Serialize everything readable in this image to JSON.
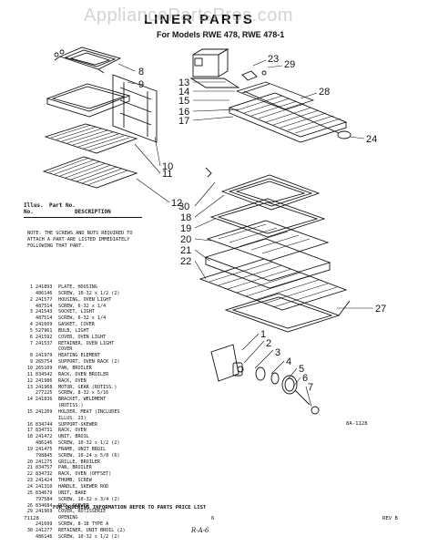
{
  "watermark": "AppliancePartsPros.com",
  "title": "LINER PARTS",
  "subtitle": "For Models RWE 478, RWE 478-1",
  "header": {
    "ill": "Illus.",
    "no": "No.",
    "part_no": "Part No.",
    "description": "DESCRIPTION"
  },
  "note": "NOTE: THE SCREWS AND NUTS REQUIRED TO ATTACH A PART ARE LISTED IMMEDIATELY FOLLOWING THAT PART.",
  "parts": [
    {
      "ill": "1",
      "part": "241893",
      "desc": "PLATE, HOUSING"
    },
    {
      "ill": "",
      "part": "486146",
      "desc": "SCREW, 10-32 x 1/2 (2)"
    },
    {
      "ill": "2",
      "part": "241577",
      "desc": "HOUSING, OVEN LIGHT"
    },
    {
      "ill": "",
      "part": "487514",
      "desc": "SCREW, 6-32 x 1/4"
    },
    {
      "ill": "3",
      "part": "241543",
      "desc": "SOCKET, LIGHT"
    },
    {
      "ill": "",
      "part": "487514",
      "desc": "SCREW, 6-32 x 1/4"
    },
    {
      "ill": "4",
      "part": "241609",
      "desc": "GASKET, COVER"
    },
    {
      "ill": "5",
      "part": "527961",
      "desc": "BULB, LIGHT"
    },
    {
      "ill": "6",
      "part": "241592",
      "desc": "COVER, OVEN LIGHT"
    },
    {
      "ill": "7",
      "part": "241537",
      "desc": "RETAINER, OVEN LIGHT"
    },
    {
      "ill": "",
      "part": "",
      "desc": "COVER"
    },
    {
      "ill": "8",
      "part": "241979",
      "desc": "HEATING ELEMENT"
    },
    {
      "ill": "9",
      "part": "265754",
      "desc": "SUPPORT, OVEN RACK (2)"
    },
    {
      "ill": "10",
      "part": "265109",
      "desc": "PAN, BROILER"
    },
    {
      "ill": "11",
      "part": "834542",
      "desc": "RACK, OVEN BROILER"
    },
    {
      "ill": "12",
      "part": "241986",
      "desc": "RACK, OVEN"
    },
    {
      "ill": "13",
      "part": "241968",
      "desc": "MOTOR, GEAR (ROTISS.)"
    },
    {
      "ill": "",
      "part": "277225",
      "desc": "SCREW, 8-32 x 5/16"
    },
    {
      "ill": "14",
      "part": "241836",
      "desc": "BRACKET, WELDMENT"
    },
    {
      "ill": "",
      "part": "",
      "desc": "(ROTISS.)"
    },
    {
      "ill": "15",
      "part": "241209",
      "desc": "HOLDER, MEAT (INCLUDES"
    },
    {
      "ill": "",
      "part": "",
      "desc": "ILLUS. 23)"
    },
    {
      "ill": "16",
      "part": "834744",
      "desc": "SUPPORT-SKEWER"
    },
    {
      "ill": "17",
      "part": "834731",
      "desc": "RACK, OVEN"
    },
    {
      "ill": "18",
      "part": "241472",
      "desc": "UNIT, BROIL"
    },
    {
      "ill": "",
      "part": "486146",
      "desc": "SCREW, 10-32 x 1/2 (2)"
    },
    {
      "ill": "19",
      "part": "241475",
      "desc": "FRAME, UNIT BROIL"
    },
    {
      "ill": "",
      "part": "798845",
      "desc": "SCREW, 10-24 x 5/8 (6)"
    },
    {
      "ill": "20",
      "part": "241275",
      "desc": "GRILLE, BROILER"
    },
    {
      "ill": "21",
      "part": "834757",
      "desc": "PAN, BROILER"
    },
    {
      "ill": "22",
      "part": "834732",
      "desc": "RACK, OVEN (OFFSET)"
    },
    {
      "ill": "23",
      "part": "241424",
      "desc": "THUMB, SCREW"
    },
    {
      "ill": "24",
      "part": "241310",
      "desc": "HANDLE, SKEWER ROD"
    },
    {
      "ill": "25",
      "part": "834679",
      "desc": "UNIT, BAKE"
    },
    {
      "ill": "",
      "part": "797584",
      "desc": "SCREW, 10-32 x 3/4 (2)"
    },
    {
      "ill": "26",
      "part": "834684",
      "desc": "ROD, SKEWER"
    },
    {
      "ill": "29",
      "part": "241969",
      "desc": "COVER, ROTISSERIE"
    },
    {
      "ill": "",
      "part": "",
      "desc": "OPENING"
    },
    {
      "ill": "",
      "part": "241699",
      "desc": "SCREW, 8-18 TYPE A"
    },
    {
      "ill": "30",
      "part": "241277",
      "desc": "RETAINER, UNIT BROIL (2)"
    },
    {
      "ill": "",
      "part": "486146",
      "desc": "SCREW, 10-32 x 1/2 (2)"
    }
  ],
  "footer": "FOR ORDERING INFORMATION REFER TO PARTS PRICE LIST",
  "code_left": "71128",
  "page_no": "6",
  "rev": "REV B",
  "fig_code": "8A-1128",
  "hand_note": "R-A-6",
  "callouts": [
    "8",
    "9",
    "10",
    "11",
    "12",
    "13",
    "14",
    "15",
    "16",
    "17",
    "23",
    "29",
    "28",
    "24",
    "30",
    "18",
    "19",
    "20",
    "21",
    "22",
    "27",
    "1",
    "2",
    "3",
    "4",
    "5",
    "6",
    "7"
  ]
}
